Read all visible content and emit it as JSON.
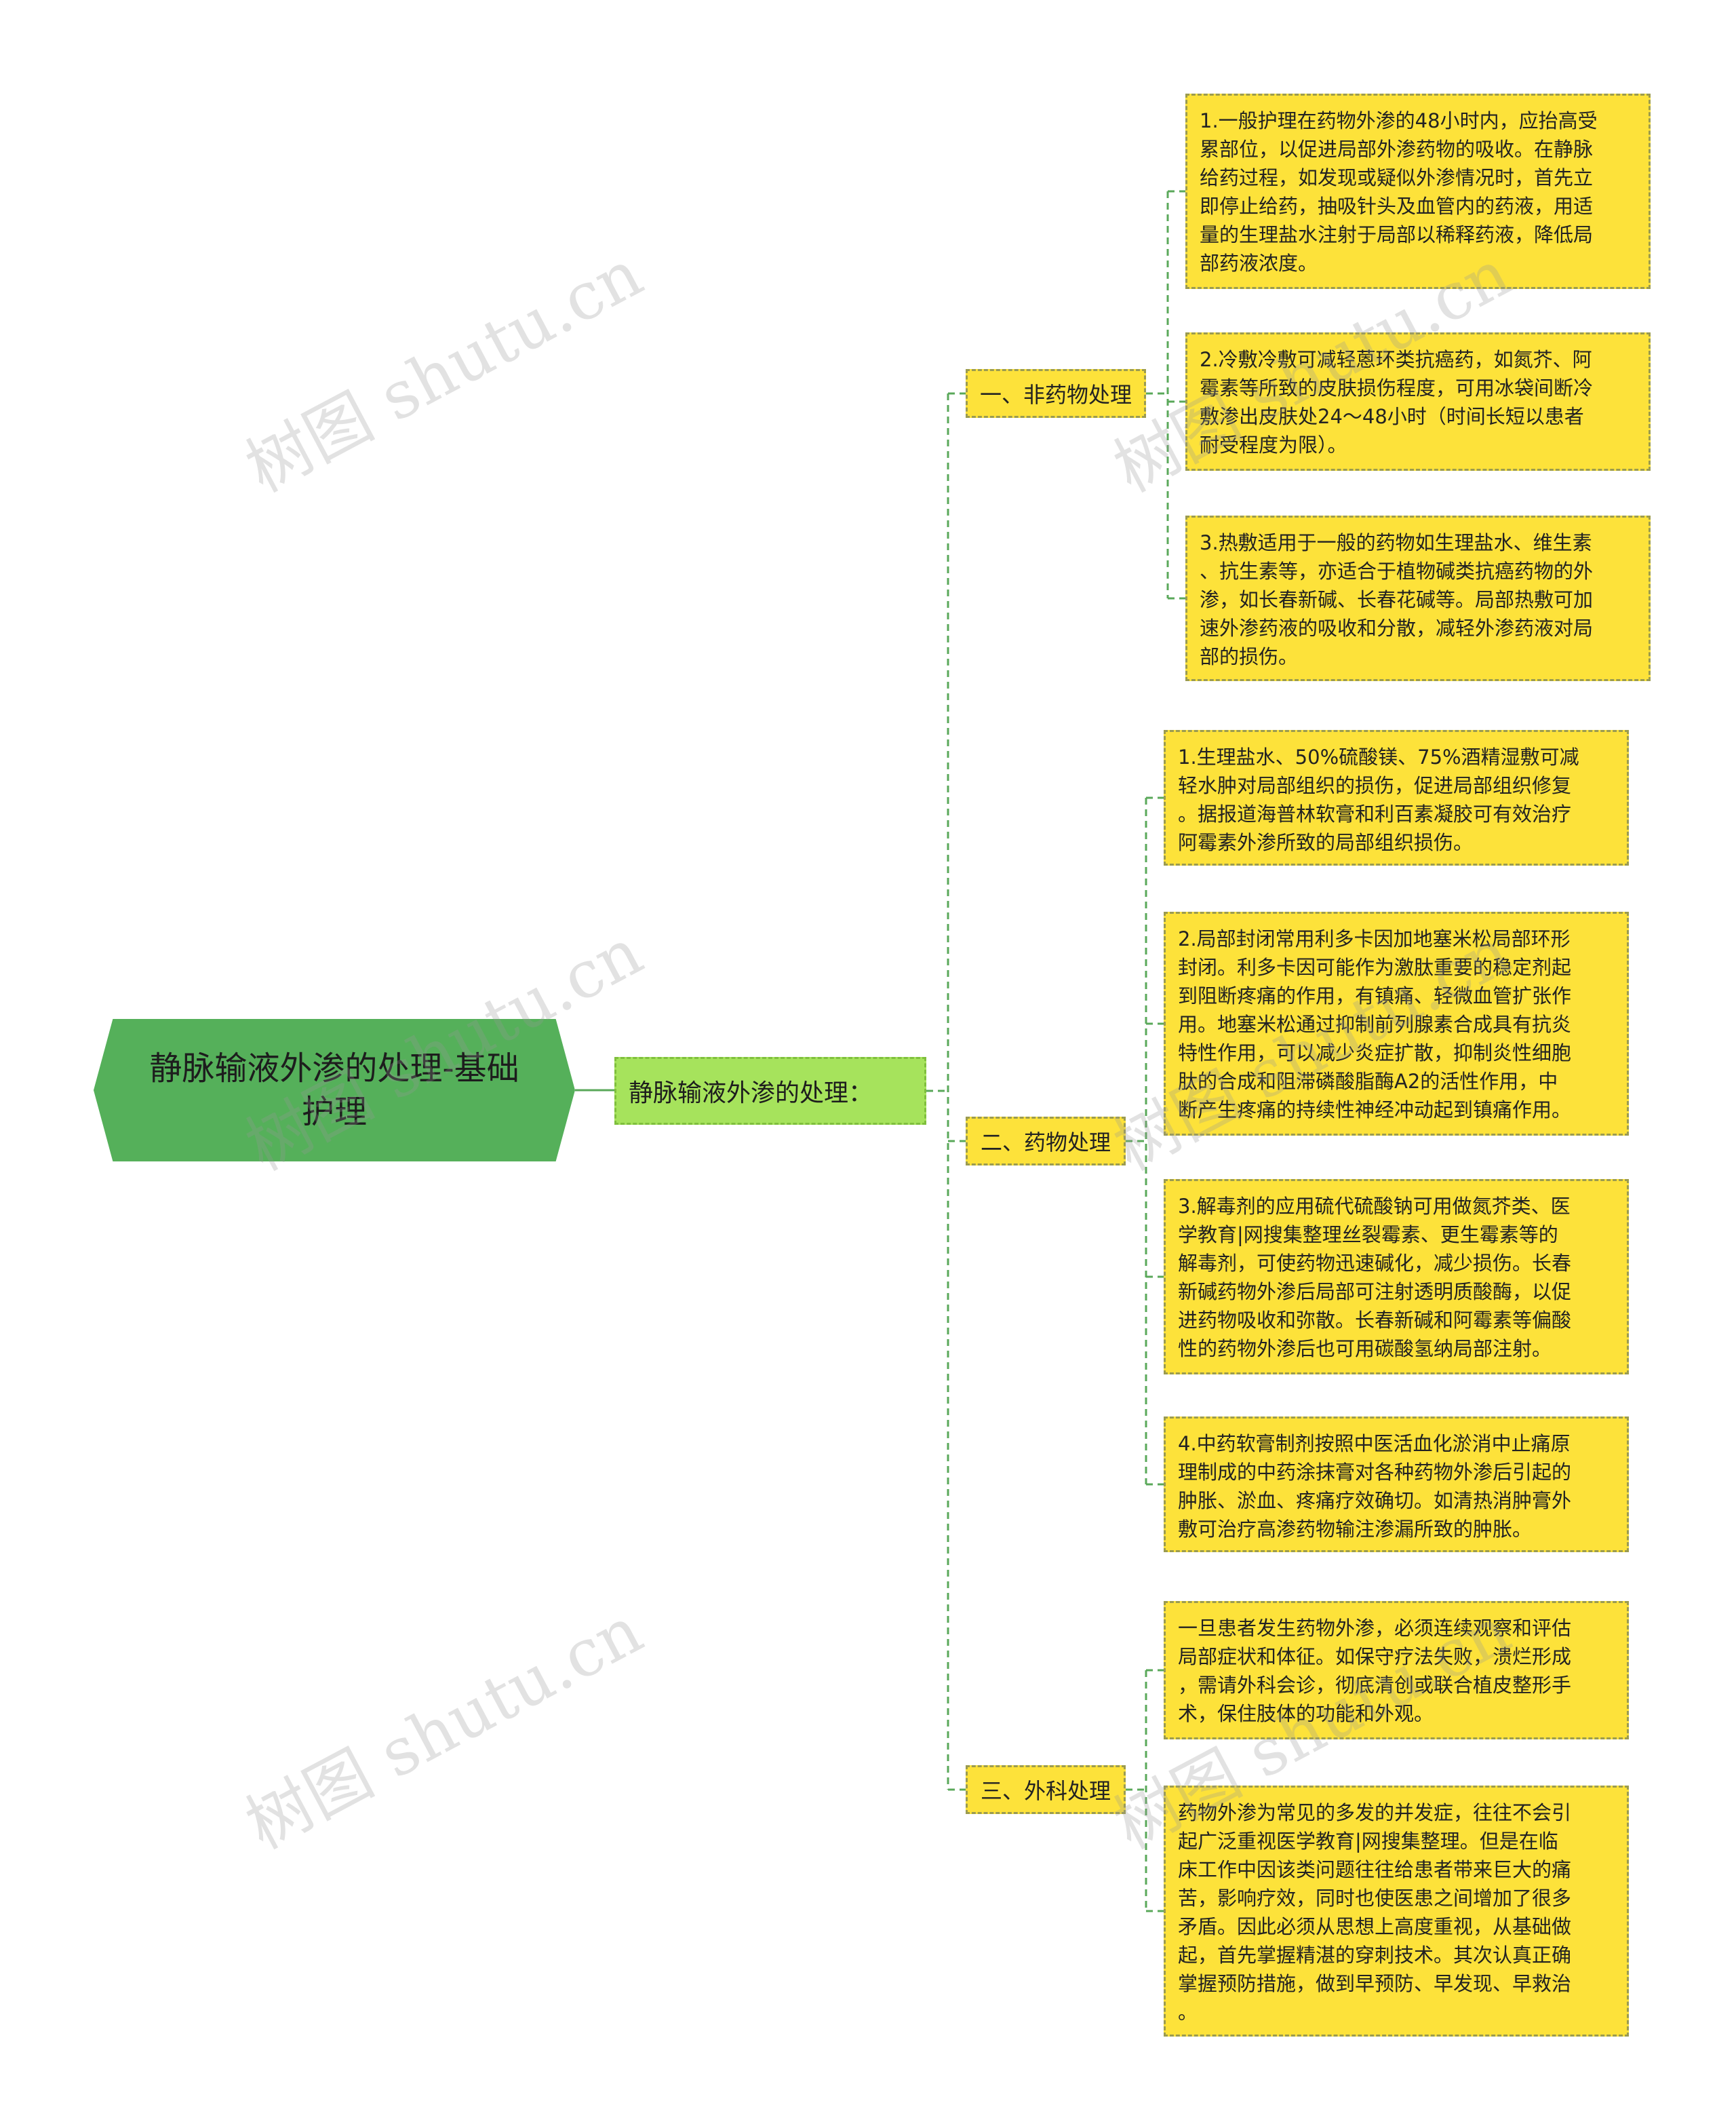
{
  "root": {
    "title": "静脉输液外渗的处理-基础护理"
  },
  "sub": {
    "label": "静脉输液外渗的处理："
  },
  "branches": [
    {
      "label": "一、非药物处理",
      "items": [
        "1.一般护理在药物外渗的48小时内，应抬高受\n累部位，以促进局部外渗药物的吸收。在静脉\n给药过程，如发现或疑似外渗情况时，首先立\n即停止给药，抽吸针头及血管内的药液，用适\n量的生理盐水注射于局部以稀释药液，降低局\n部药液浓度。",
        "2.冷敷冷敷可减轻蒽环类抗癌药，如氮芥、阿\n霉素等所致的皮肤损伤程度，可用冰袋间断冷\n敷渗出皮肤处24～48小时（时间长短以患者\n耐受程度为限）。",
        "3.热敷适用于一般的药物如生理盐水、维生素\n、抗生素等，亦适合于植物碱类抗癌药物的外\n渗，如长春新碱、长春花碱等。局部热敷可加\n速外渗药液的吸收和分散，减轻外渗药液对局\n部的损伤。"
      ]
    },
    {
      "label": "二、药物处理",
      "items": [
        "1.生理盐水、50%硫酸镁、75%酒精湿敷可减\n轻水肿对局部组织的损伤，促进局部组织修复\n。据报道海普林软膏和利百素凝胶可有效治疗\n阿霉素外渗所致的局部组织损伤。",
        "2.局部封闭常用利多卡因加地塞米松局部环形\n封闭。利多卡因可能作为激肽重要的稳定剂起\n到阻断疼痛的作用，有镇痛、轻微血管扩张作\n用。地塞米松通过抑制前列腺素合成具有抗炎\n特性作用，可以减少炎症扩散，抑制炎性细胞\n肽的合成和阻滞磷酸脂酶A2的活性作用，中\n断产生疼痛的持续性神经冲动起到镇痛作用。",
        "3.解毒剂的应用硫代硫酸钠可用做氮芥类、医\n学教育|网搜集整理丝裂霉素、更生霉素等的\n解毒剂，可使药物迅速碱化，减少损伤。长春\n新碱药物外渗后局部可注射透明质酸酶，以促\n进药物吸收和弥散。长春新碱和阿霉素等偏酸\n性的药物外渗后也可用碳酸氢纳局部注射。",
        "4.中药软膏制剂按照中医活血化淤消中止痛原\n理制成的中药涂抹膏对各种药物外渗后引起的\n肿胀、淤血、疼痛疗效确切。如清热消肿膏外\n敷可治疗高渗药物输注渗漏所致的肿胀。"
      ]
    },
    {
      "label": "三、外科处理",
      "items": [
        "一旦患者发生药物外渗，必须连续观察和评估\n局部症状和体征。如保守疗法失败，溃烂形成\n，需请外科会诊，彻底清创或联合植皮整形手\n术，保住肢体的功能和外观。",
        "药物外渗为常见的多发的并发症，往往不会引\n起广泛重视医学教育|网搜集整理。但是在临\n床工作中因该类问题往往给患者带来巨大的痛\n苦，影响疗效，同时也使医患之间增加了很多\n矛盾。因此必须从思想上高度重视，从基础做\n起，首先掌握精湛的穿刺技术。其次认真正确\n掌握预防措施，做到早预防、早发现、早救治\n。"
      ]
    }
  ],
  "watermark": "树图 shutu.cn",
  "colors": {
    "root": "#55b05a",
    "sub": "#a6e35c",
    "node": "#fde23a",
    "line": "#5aa85a"
  }
}
